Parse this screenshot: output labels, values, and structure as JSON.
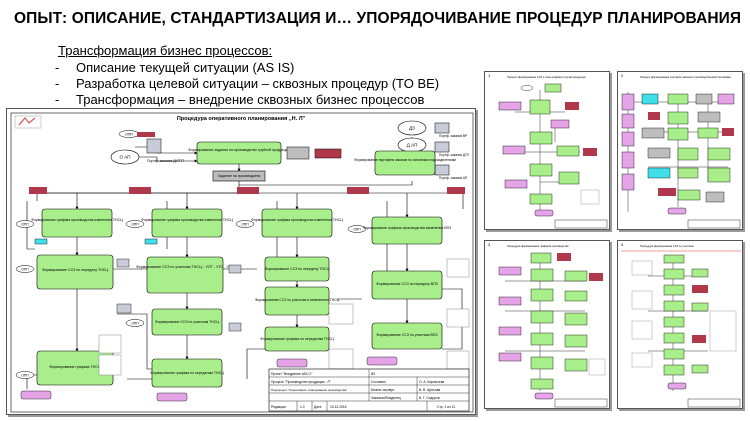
{
  "slide": {
    "title": "ОПЫТ: ОПИСАНИЕ, СТАНДАРТИЗАЦИЯ  И… УПОРЯДОЧИВАНИЕ ПРОЦЕДУР ПЛАНИРОВАНИЯ",
    "subtitle": "Трансформация бизнес процессов:",
    "bullets": [
      {
        "dash": "-",
        "text": "Описание текущей ситуации (AS IS)"
      },
      {
        "dash": "-",
        "text": "Разработка целевой ситуации – сквозных процедур (TO BE)"
      },
      {
        "dash": "-",
        "text": "Трансформация – внедрение сквозных бизнес процессов"
      }
    ]
  },
  "diagram": {
    "title": "Процедура оперативного планирования „Н. Л\"",
    "colors": {
      "green": "#a8ee8a",
      "magenta": "#e5a3e8",
      "red": "#b0384a",
      "gray": "#bdbdbd",
      "cyan": "#3fe0ea",
      "doc": "#c8ccd8"
    },
    "nodes": {
      "n_top": "Формирование задания на производство трубной продукции",
      "n_mid": "Задание на производство",
      "n_right": "Формирование портфеля заказов по основным подразделениям",
      "n_c1": "Формирование графика производства изменения ТНСЦ",
      "n_c2": "Формирование графика производства изменения ТНСЦ",
      "n_c3": "Формирование графика производства изменения ТНСЦ",
      "n_c4": "Формирование графика производства изменения ВПЗ",
      "n_d1": "Формирование ССЗ по переделу ТНСЦ",
      "n_d2": "Формирование ССЗ по участкам ТНСЦ: - УОТ - УТО - УЛМ",
      "n_d3": "Формирование ССЗ по переделу ТНСЦ",
      "n_d4": "Формирование ССЗ по переделу ВПЗ",
      "n_e1": "Формирование ССЗ по участкам ТНСЦ",
      "n_e2": "Формирование ССЗ по участкам в изменениях ТНСЦ",
      "n_f1": "Формирование графика ТНСЦ",
      "n_f2": "Формирование графика по переделам ТНСЦ",
      "n_f3": "Формирование графика по переделам ТНСЦ",
      "n_f4": "Формирование ССЗ по участкам ВПЗ",
      "opp": "ОПП",
      "oapi": "О АП",
      "dz": "ДЗ",
      "dap": "Д АП",
      "port1": "Портф. заказов ДКПТТ",
      "port2": "Портф. заказов ВР",
      "port3": "Портф. заказов ДТЛ",
      "port4": "Портф. заказов АП"
    },
    "stamp": {
      "r1c1": "Проект \"Внедрение ASU 2\"",
      "r1c2": "ВЗ",
      "r2c1": "Процесс \"Производство продукции - Л\"",
      "r2c2": "Составил",
      "r2c3": "О. А. Карпычева",
      "r3c1": "Подпроцесс \"Оперативное планирование производства\"",
      "r3c2": "Бизнес-эксперт",
      "r3c3": "В. В. Щеткова",
      "r4c2": "Заказчик/Владелец",
      "r4c3": "В. Г. Сидоров",
      "r5c1": "Редакция",
      "r5c2": "1.0",
      "r5c3": "Дата",
      "r5c4": "15.12.2016",
      "r5c5": "Стр. 1 из 21"
    }
  },
  "thumbs": {
    "t1_title": "Процесс формирования ССЗ и план-графика отгрузки продукции",
    "t2_title": "Процесс формирования портфеля заказов и производственной программы",
    "t3_title": "Процедура формирования графиков производства",
    "t4_title": "Процедура формирования ССЗ по участкам",
    "n1": "1",
    "n2": "2",
    "n3": "3",
    "n4": "4"
  }
}
